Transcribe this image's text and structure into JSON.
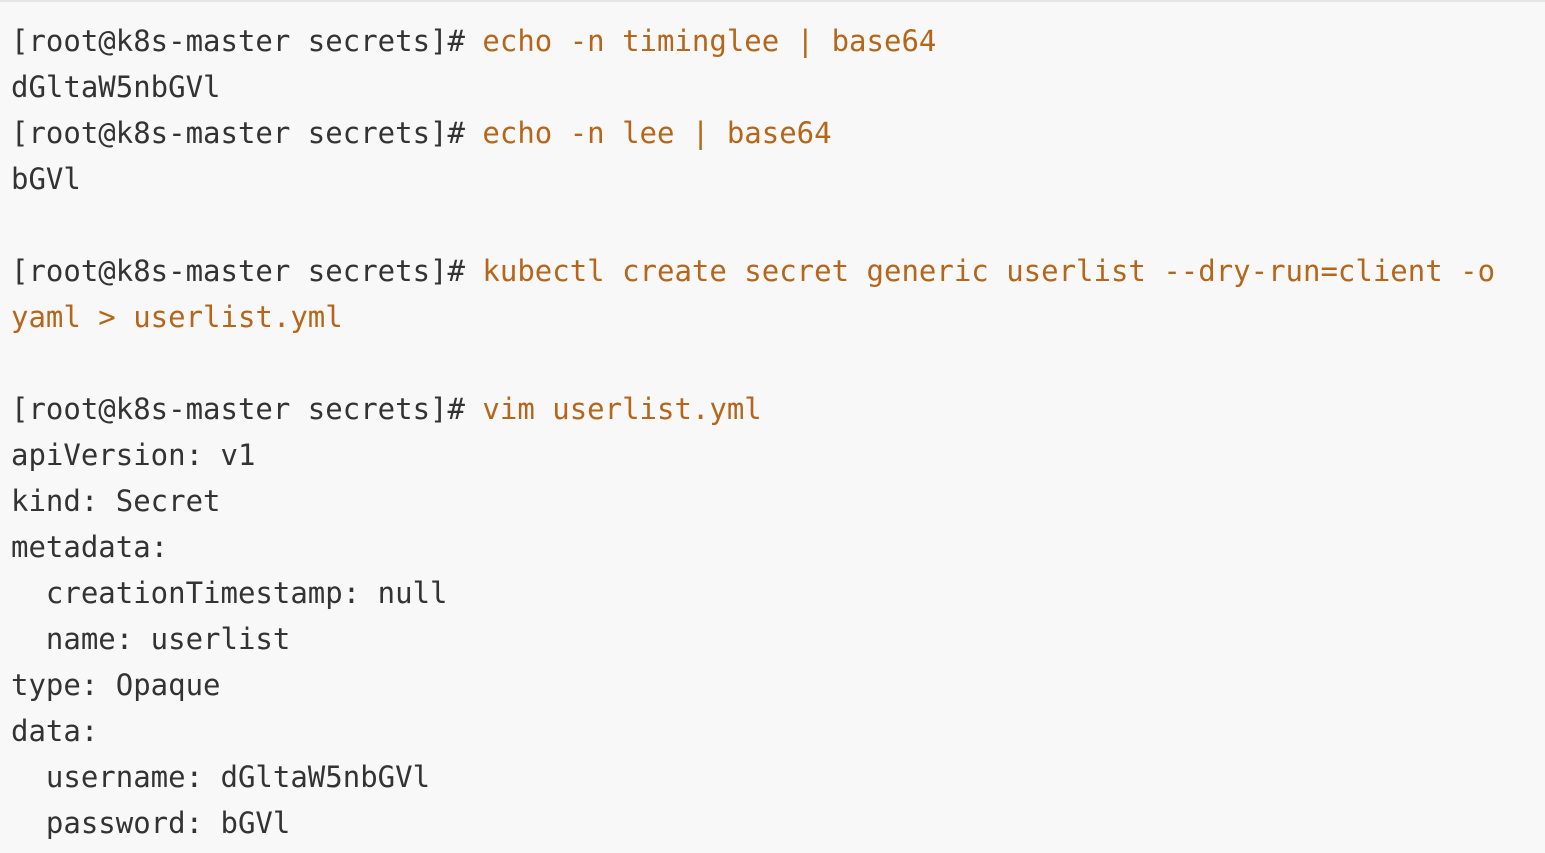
{
  "terminal": {
    "colors": {
      "background": "#f8f8f8",
      "text": "#333333",
      "command": "#b5661b"
    },
    "lines": {
      "l1": {
        "prompt": "[root@k8s-master secrets]#",
        "command": " echo -n timinglee | base64"
      },
      "l2": {
        "output": "dGltaW5nbGVl"
      },
      "l3": {
        "prompt": "[root@k8s-master secrets]#",
        "command": " echo -n lee | base64"
      },
      "l4": {
        "output": "bGVl"
      },
      "l5": {
        "prompt": "[root@k8s-master secrets]#",
        "command": " kubectl create secret generic userlist --dry-run=client -o"
      },
      "l6": {
        "command": "yaml > userlist.yml"
      },
      "l7": {
        "prompt": "[root@k8s-master secrets]#",
        "command": " vim userlist.yml"
      },
      "l8": {
        "output": "apiVersion: v1"
      },
      "l9": {
        "output": "kind: Secret"
      },
      "l10": {
        "output": "metadata:"
      },
      "l11": {
        "output": "  creationTimestamp: null"
      },
      "l12": {
        "output": "  name: userlist"
      },
      "l13": {
        "output": "type: Opaque"
      },
      "l14": {
        "output": "data:"
      },
      "l15": {
        "output": "  username: dGltaW5nbGVl"
      },
      "l16": {
        "output": "  password: bGVl"
      }
    }
  }
}
